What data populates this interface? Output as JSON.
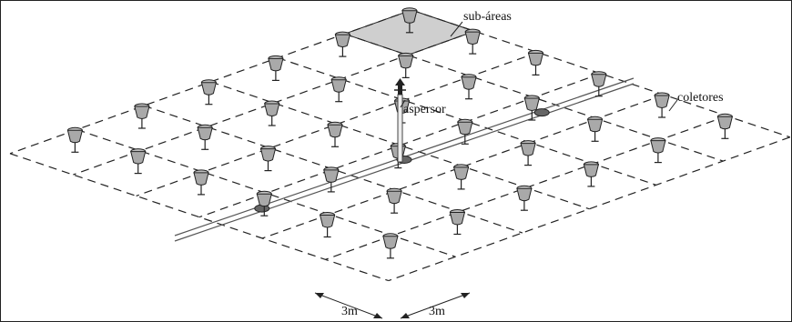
{
  "labels": {
    "sub_areas": "sub-áreas",
    "sprinkler": "aspersor",
    "collectors": "coletores",
    "spacing_a": "3m",
    "spacing_b": "3m"
  },
  "grid": {
    "rows": 6,
    "cols": 6,
    "highlighted_cell": [
      0,
      0
    ]
  },
  "colors": {
    "highlight": "#cfcfcf",
    "collector_fill": "#a9a9a9",
    "line": "#222222",
    "pipe": "#555555"
  }
}
